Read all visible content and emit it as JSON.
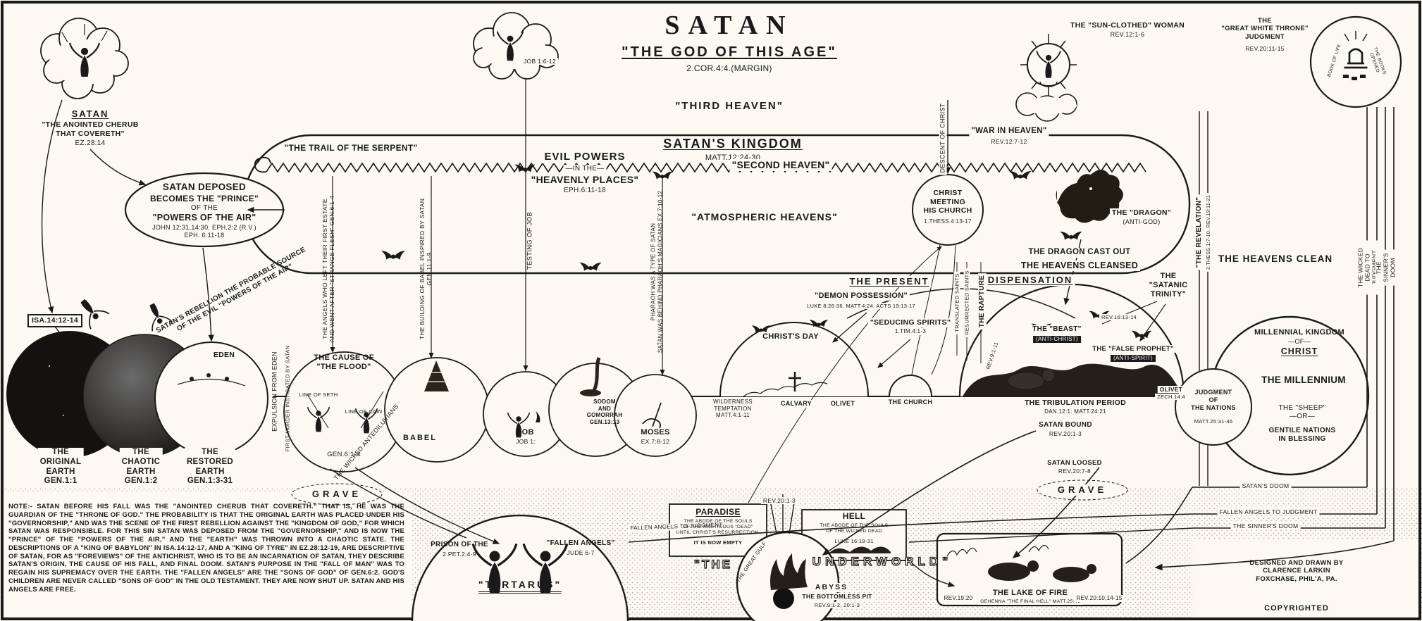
{
  "title": {
    "main": "SATAN",
    "sub": "\"THE GOD OF THIS AGE\"",
    "ref": "2.COR.4:4.(MARGIN)",
    "third_heaven": "\"THIRD HEAVEN\""
  },
  "cherub": {
    "name": "SATAN",
    "desc": "\"THE ANOINTED CHERUB\nTHAT COVERETH\"",
    "ref": "EZ.28:14"
  },
  "deposed": {
    "l1": "SATAN DEPOSED",
    "l2": "BECOMES THE \"PRINCE\"",
    "l3": "OF THE",
    "l4": "\"POWERS OF THE AIR\"",
    "refs": "JOHN 12:31,14:30. EPH.2:2 (R.V.)\nEPH. 6:11-18"
  },
  "isa_ref": "ISA.14:12-14",
  "rebellion": "SATAN'S REBELLION THE PROBABLE SOURCE\nOF THE EVIL \"POWERS OF THE AIR\"",
  "earths": {
    "original": "THE\nORIGINAL\nEARTH\nGEN.1:1",
    "chaotic": "THE\nCHAOTIC\nEARTH\nGEN.1:2",
    "restored": "THE\nRESTORED\nEARTH\nGEN.1:3-31",
    "eden": "EDEN"
  },
  "kingdom": {
    "title": "SATAN'S KINGDOM",
    "ref": "MATT.12:24-30",
    "trail": "\"THE TRAIL OF THE SERPENT\"",
    "evil_powers": "EVIL POWERS",
    "in_the": "—IN THE—",
    "heavenly_places": "\"HEAVENLY PLACES\"",
    "eph": "EPH.6:11-18",
    "second_heaven": "\"SECOND HEAVEN\"",
    "atmospheric": "\"ATMOSPHERIC HEAVENS\""
  },
  "job_cloud_ref": "JOB 1:6-12",
  "columns": {
    "angels": "THE ANGELS WHO LEFT THEIR FIRST ESTATE\nAND WENT AFTER \"STRANGE FLESH\"  GEN.6:1-4",
    "babel": "THE BUILDING OF BABEL INSPIRED BY SATAN\nGEN.11:1-9",
    "job": "TESTING OF JOB",
    "pharaoh": "PHARAOH WAS A TYPE OF SATAN\nSATAN WAS BEHIND PHARAOH'S MAGICIANS  EX.7:10-12"
  },
  "left_labels": {
    "expulsion": "EXPULSION FROM EDEN",
    "murder": "FIRST MURDER INSTIGATED BY SATAN",
    "antediluvians": "THE WICKED ANTEDILUVIANS"
  },
  "events": {
    "flood_title": "THE CAUSE OF\n\"THE FLOOD\"",
    "seth": "LINE OF SETH",
    "cain": "LINE OF CAIN",
    "flood_ref": "GEN.6:1-4",
    "babel": "BABEL",
    "job": "JOB",
    "job_ref": "JOB 1:",
    "sodom": "SODOM\nAND\nGOMORRAH\nGEN.13:13",
    "moses": "MOSES",
    "moses_ref": "EX.7:8-12",
    "wilderness": "WILDERNESS\nTEMPTATION\nMATT.4:1-11",
    "christs_day": "CHRIST'S DAY",
    "calvary": "CALVARY",
    "olivet": "OLIVET",
    "church": "THE CHURCH"
  },
  "rapture": {
    "meeting": "CHRIST\nMEETING\nHIS CHURCH",
    "ref": "1.THESS.4:13-17",
    "descent": "DESCENT OF CHRIST",
    "translated": "TRANSLATED SAINTS",
    "resurrected": "RESURRECTED SAINTS",
    "label": "THE RAPTURE"
  },
  "present": {
    "the_present": "THE PRESENT",
    "dispensation": "DISPENSATION",
    "demon": "\"DEMON POSSESSION\"",
    "demon_ref": "LUKE 8:26-36. MATT.4:24. ACTS 19:13-17",
    "seducing": "\"SEDUCING SPIRITS\"",
    "seducing_ref": "1.TIM.4:1-3"
  },
  "heavens": {
    "woman": "THE \"SUN-CLOTHED\" WOMAN",
    "woman_ref": "REV.12:1-6",
    "war": "\"WAR IN HEAVEN\"",
    "war_ref": "REV.12:7-12",
    "dragon": "THE \"DRAGON\"",
    "dragon_sub": "(ANTI-GOD)",
    "cast_out": "THE DRAGON CAST OUT",
    "cleansed": "THE HEAVENS CLEANSED",
    "trinity": "THE\n\"SATANIC\nTRINITY\"",
    "revelation": "\"THE REVELATION\"",
    "revelation_ref": "2.THESS.1:7-10. REV.19:11-21",
    "clean": "THE HEAVENS CLEAN"
  },
  "tribulation": {
    "beast": "THE \"BEAST\"",
    "beast_sub": "(ANTI-CHRIST)",
    "false_prophet": "THE \"FALSE PROPHET\"",
    "fp_sub": "(ANTI-SPIRIT)",
    "trinity_ref": "REV.16:13-14",
    "locusts_ref": "REV.9:1-11",
    "period": "THE TRIBULATION PERIOD",
    "period_ref": "DAN.12:1. MATT.24:21",
    "bound": "SATAN BOUND",
    "bound_ref": "REV.20:1-3",
    "loosed": "SATAN LOOSED",
    "loosed_ref": "REV.20:7-8",
    "olivet": "OLIVET",
    "olivet_ref": "ZECH.14:4"
  },
  "millennium": {
    "kingdom": "MILLENNIAL KINGDOM",
    "of": "—OF—",
    "christ": "CHRIST",
    "name": "THE MILLENNIUM",
    "sheep": "THE \"SHEEP\"\n—OR—",
    "gentile": "GENTILE NATIONS\nIN BLESSING",
    "judgment": "JUDGMENT\nOF\nTHE NATIONS",
    "judgment_ref": "MATT.25:31-46"
  },
  "throne": {
    "label": "THE\n\"GREAT WHITE THRONE\"\nJUDGMENT",
    "ref": "REV.20:11-15",
    "book": "BOOK OF LIFE",
    "books": "THE BOOKS OPENED"
  },
  "dooms": {
    "wicked": "THE WICKED DEAD TO JUDGMENT",
    "sinner_vertical": "THE SINNER'S DOOM",
    "satan": "SATAN'S DOOM",
    "fallen": "FALLEN ANGELS TO JUDGMENT",
    "sinner": "THE SINNER'S DOOM",
    "fallen_diagonal": "FALLEN ANGELS TO JUDGMENT"
  },
  "grave": {
    "left": "GRAVE",
    "right": "GRAVE"
  },
  "underworld": {
    "the": "\"THE",
    "word": "UNDERWORLD\"",
    "gulf": "THE GREAT GULF",
    "tartarus": {
      "prison": "PRISON OF THE",
      "prison_ref": "2.PET.2:4-9",
      "name": "\"TARTARUS\"",
      "fallen": "\"FALLEN ANGELS\"",
      "fallen_ref": "JUDE 6-7"
    },
    "paradise": {
      "name": "PARADISE",
      "desc": "THE ABODE OF THE SOULS\nOF THE RIGHTEOUS \"DEAD\"\nUNTIL CHRIST'S RESURRECTION.",
      "empty": "IT IS NOW EMPTY",
      "ref": "REV.20:1-3"
    },
    "hell": {
      "name": "HELL",
      "desc": "THE ABODE OF THE SOULS\nOF THE WICKED DEAD",
      "ref": "LUKE 16:19-31"
    },
    "abyss": {
      "name": "ABYSS",
      "pit": "THE BOTTOMLESS PIT",
      "ref": "REV.9:1-2, 20:1-3"
    },
    "lake": {
      "ref1": "REV.19:20",
      "name": "THE LAKE OF FIRE",
      "gehenna": "GEHENNA \"THE FINAL HELL\" MATT.25:41",
      "ref2": "REV.20:10,14-15"
    }
  },
  "note": "NOTE:- SATAN BEFORE HIS FALL WAS THE \"ANOINTED CHERUB THAT COVERETH.\" THAT IS, HE WAS THE GUARDIAN OF THE \"THRONE OF GOD.\" THE PROBABILITY IS THAT THE ORIGINAL EARTH WAS PLACED UNDER HIS \"GOVERNORSHIP,\" AND WAS THE SCENE OF THE FIRST REBELLION AGAINST THE \"KINGDOM OF GOD,\" FOR WHICH SATAN WAS RESPONSIBLE. FOR THIS SIN SATAN WAS DEPOSED FROM THE \"GOVERNORSHIP,\" AND IS NOW THE \"PRINCE\" OF THE \"POWERS OF THE AIR,\" AND THE \"EARTH\" WAS THROWN INTO A CHAOTIC STATE. THE DESCRIPTIONS OF A \"KING OF BABYLON\" IN ISA.14:12-17, AND A \"KING OF TYRE\" IN EZ.28:12-19, ARE DESCRIPTIVE OF SATAN, FOR AS \"FOREVIEWS\" OF THE ANTICHRIST, WHO IS TO BE AN INCARNATION OF SATAN, THEY DESCRIBE SATAN'S ORIGIN, THE CAUSE OF HIS FALL, AND FINAL DOOM. SATAN'S PURPOSE IN THE \"FALL OF MAN\" WAS TO REGAIN HIS SUPREMACY OVER THE EARTH. THE \"FALLEN ANGELS\" ARE THE \"SONS OF GOD\" OF GEN.6:2. GOD'S CHILDREN ARE NEVER CALLED \"SONS OF GOD\" IN THE OLD TESTAMENT. THEY ARE NOW SHUT UP. SATAN AND HIS ANGELS ARE FREE.",
  "credits": {
    "lines": "DESIGNED AND DRAWN BY\nCLARENCE LARKIN\nFOXCHASE, PHIL'A, PA.",
    "copyright": "COPYRIGHTED"
  }
}
